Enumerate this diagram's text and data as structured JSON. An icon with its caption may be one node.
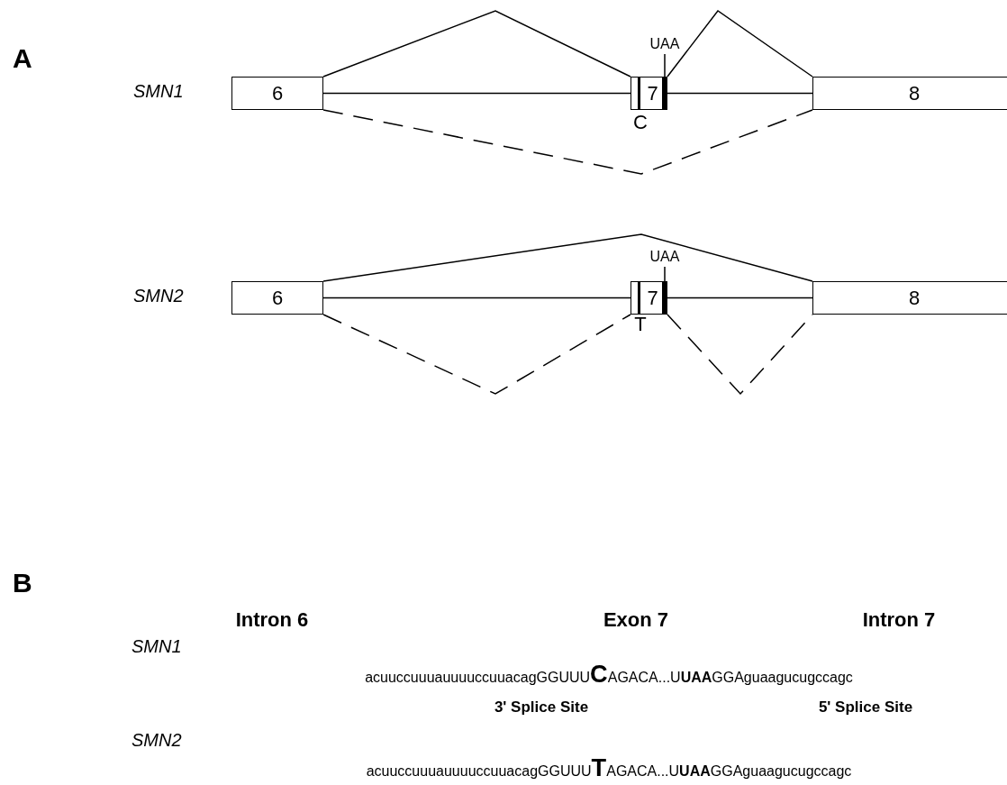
{
  "diagram": {
    "nodes": [
      {
        "text": [
          "6"
        ]
      },
      {
        "text": [
          "7"
        ]
      },
      {
        "text": [
          "8"
        ]
      },
      {
        "text": [
          "6"
        ]
      },
      {
        "text": [
          "7"
        ]
      },
      {
        "text": [
          "8"
        ]
      }
    ],
    "edges": [
      {
        "from": 0,
        "to": 1,
        "arrow": "none"
      },
      {
        "from": 1,
        "to": 2,
        "arrow": "none"
      },
      {
        "from": 0,
        "to": 1,
        "arrow": "none"
      },
      {
        "from": 1,
        "to": 2,
        "arrow": "none"
      },
      {
        "from": 0,
        "to": 2,
        "arrow": "none",
        "style": "dashed"
      },
      {
        "from": 3,
        "to": 4,
        "arrow": "none"
      },
      {
        "from": 4,
        "to": 5,
        "arrow": "none"
      },
      {
        "from": 3,
        "to": 5,
        "arrow": "none"
      },
      {
        "from": 3,
        "to": 4,
        "arrow": "none",
        "style": "dashed"
      },
      {
        "from": 4,
        "to": 5,
        "arrow": "none",
        "style": "dashed"
      }
    ],
    "labels": [
      "A",
      "UAA",
      "SMN1",
      "C",
      "UAA",
      "SMN2",
      "T",
      "B",
      "Intron 6",
      "Exon 7",
      "Intron 7",
      "SMN1",
      "acuuccuuuauuuuccuuacagGGUUU**C**AGACA...U**UAA**GGAguaagucugccagc",
      "3' Splice Site",
      "5' Splice Site",
      "SMN2",
      "acuuccuuuauuuuccuuacagGGUUU**T**AGACA...U**UAA**GGAguaagucugccagc"
    ]
  }
}
